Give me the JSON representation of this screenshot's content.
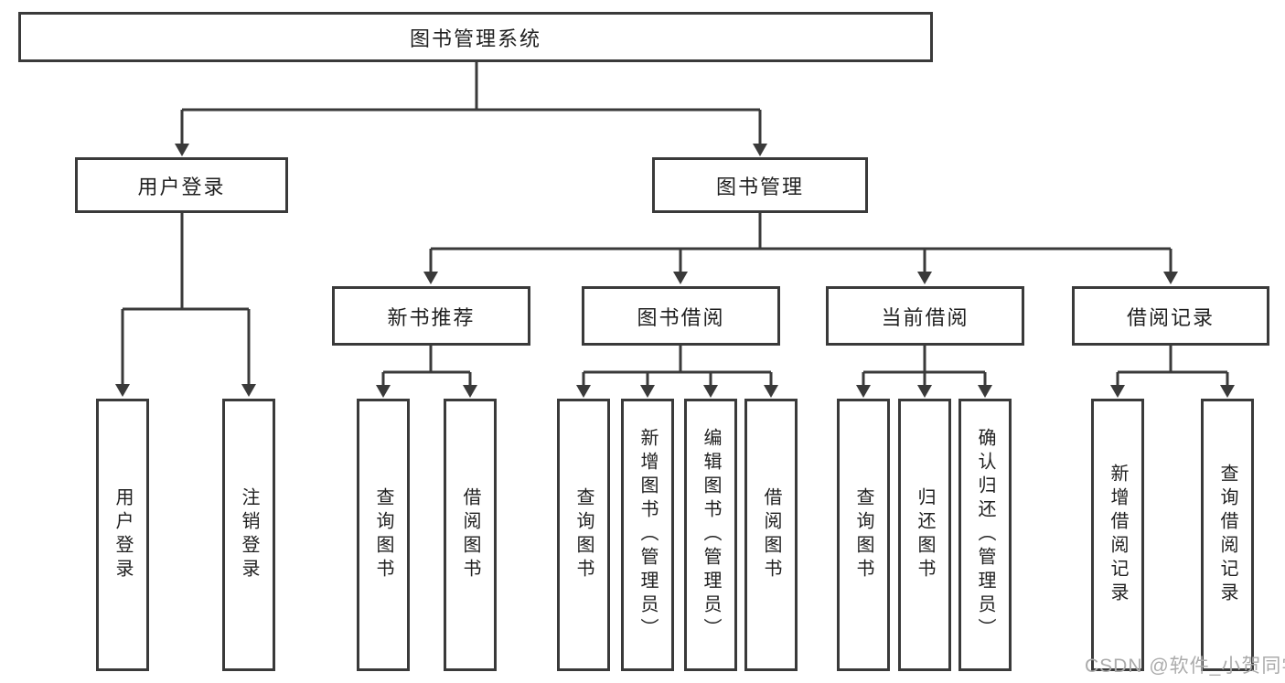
{
  "diagram": {
    "root": {
      "label": "图书管理系统"
    },
    "branches": [
      {
        "label": "用户登录",
        "children": [
          {
            "label": "用户登录"
          },
          {
            "label": "注销登录"
          }
        ]
      },
      {
        "label": "图书管理",
        "children": [
          {
            "label": "新书推荐",
            "children": [
              {
                "label": "查询图书"
              },
              {
                "label": "借阅图书"
              }
            ]
          },
          {
            "label": "图书借阅",
            "children": [
              {
                "label": "查询图书"
              },
              {
                "label": "新增图书（管理员）"
              },
              {
                "label": "编辑图书（管理员）"
              },
              {
                "label": "借阅图书"
              }
            ]
          },
          {
            "label": "当前借阅",
            "children": [
              {
                "label": "查询图书"
              },
              {
                "label": "归还图书"
              },
              {
                "label": "确认归还（管理员）"
              }
            ]
          },
          {
            "label": "借阅记录",
            "children": [
              {
                "label": "新增借阅记录"
              },
              {
                "label": "查询借阅记录"
              }
            ]
          }
        ]
      }
    ]
  },
  "watermark": {
    "text": "CSDN @软件_小贺同学"
  },
  "colors": {
    "line": "#3a3a3a",
    "text": "#1f1f1f",
    "watermark": "#ababab",
    "background": "#ffffff"
  }
}
